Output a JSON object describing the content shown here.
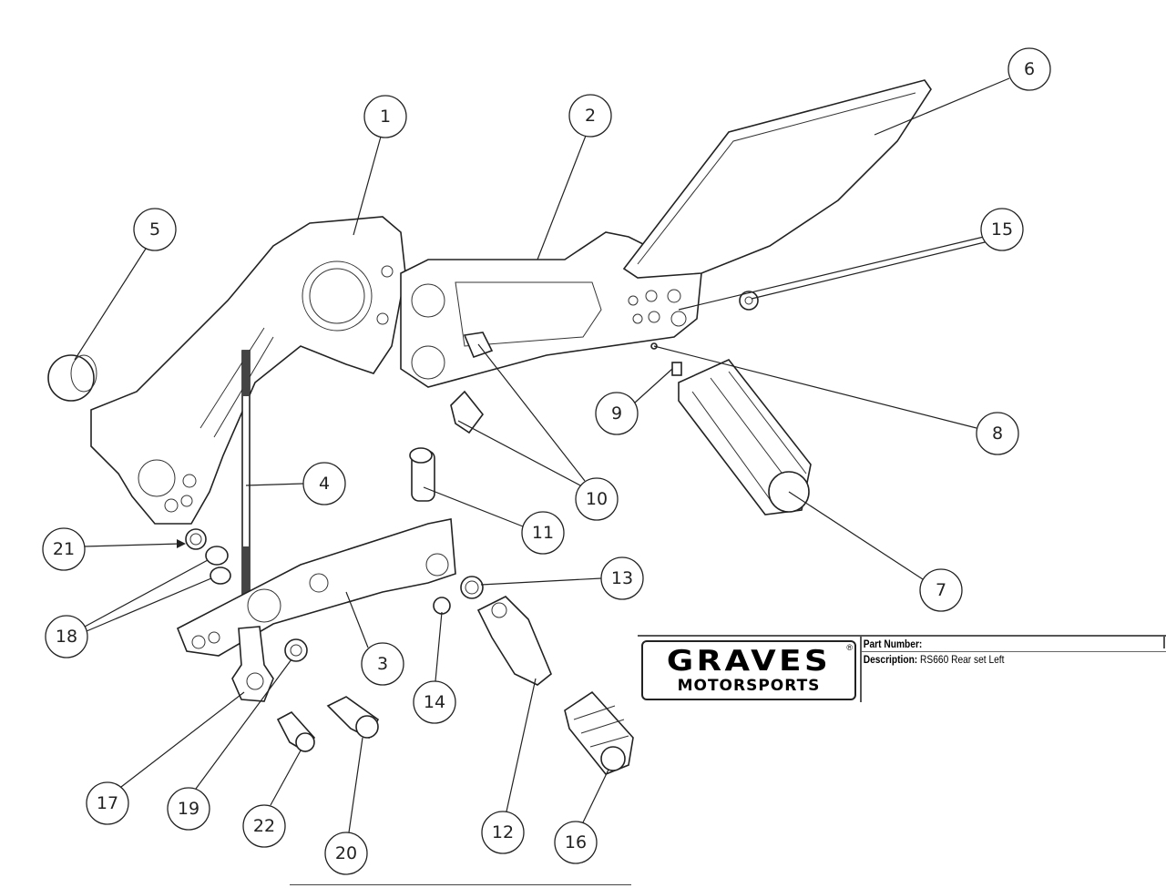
{
  "callouts": [
    "1",
    "2",
    "3",
    "4",
    "5",
    "6",
    "7",
    "8",
    "9",
    "10",
    "11",
    "12",
    "13",
    "14",
    "15",
    "16",
    "17",
    "18",
    "19",
    "20",
    "21",
    "22"
  ],
  "title_block": {
    "brand_line1": "GRAVES",
    "brand_line2": "MOTORSPORTS",
    "registered_mark": "®",
    "part_number_label": "Part Number:",
    "part_number_value": "",
    "description_label": "Description:",
    "description_value": "RS660 Rear set Left"
  }
}
